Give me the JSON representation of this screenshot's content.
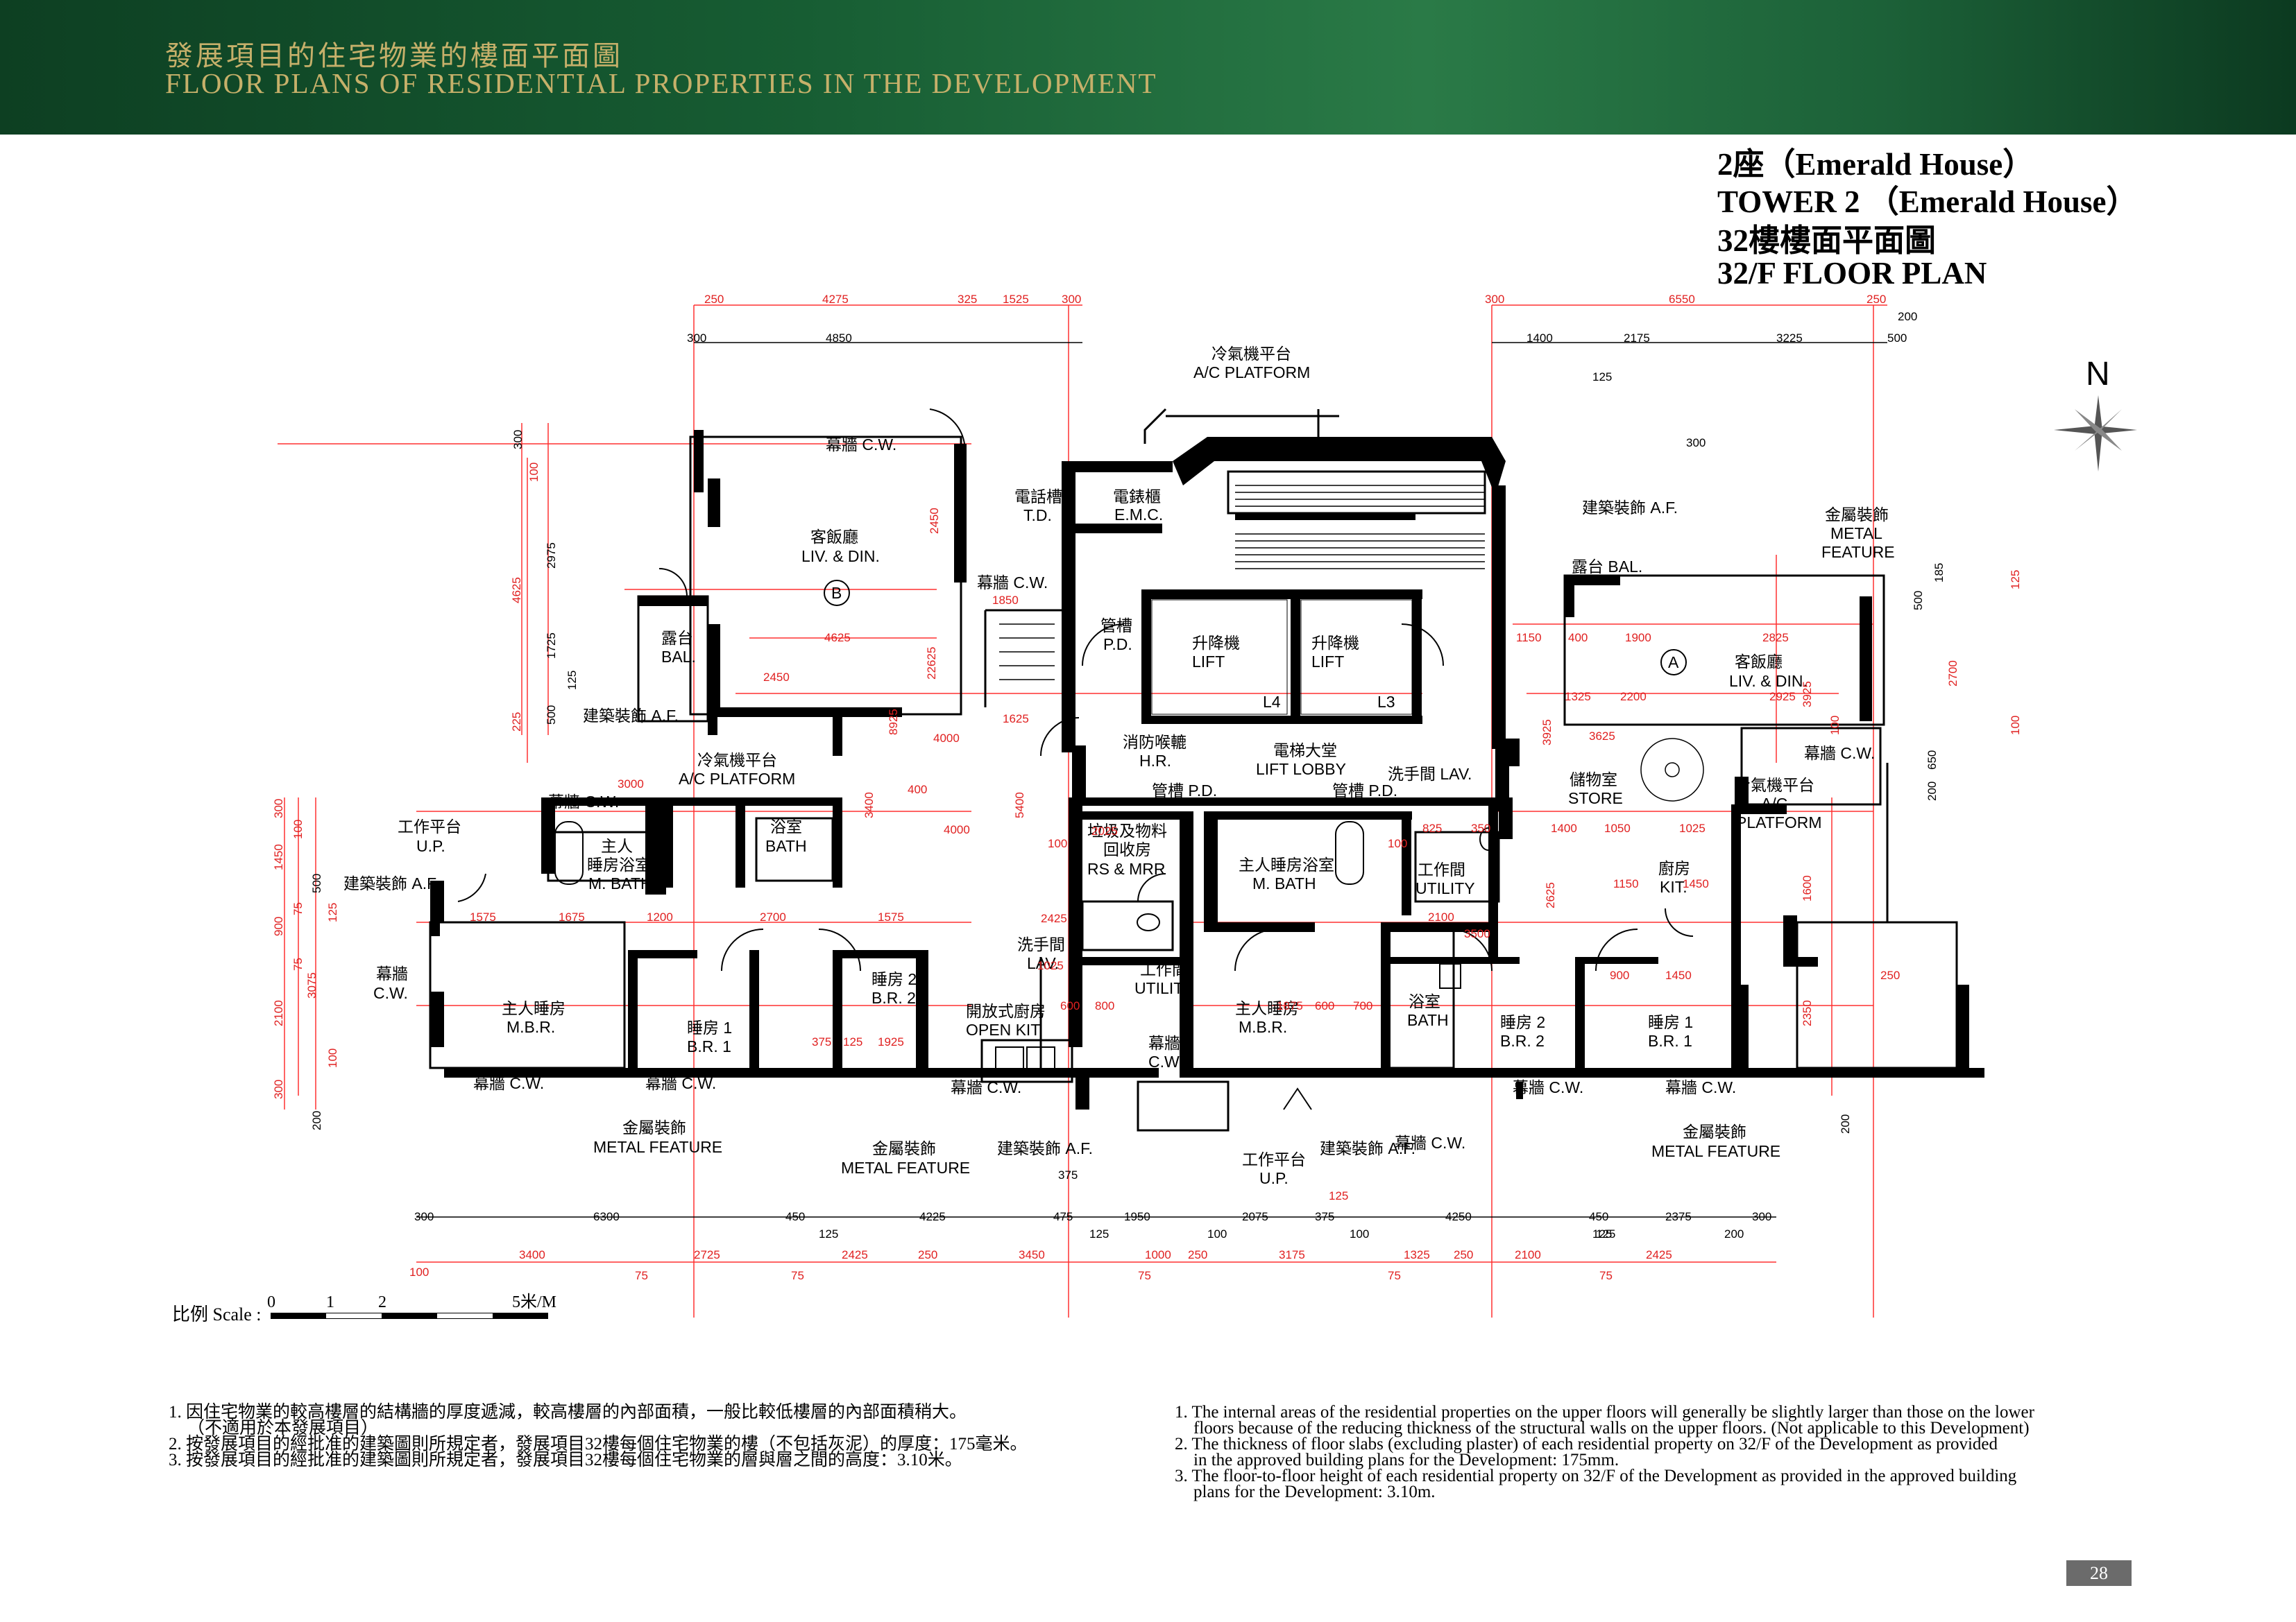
{
  "header": {
    "title_zh": "發展項目的住宅物業的樓面平面圖",
    "title_en": "FLOOR PLANS OF RESIDENTIAL PROPERTIES IN THE DEVELOPMENT"
  },
  "plan_title": {
    "line1": "2座（Emerald House）",
    "line2": "TOWER 2 （Emerald House）",
    "line3": "32樓樓面平面圖",
    "line4": "32/F FLOOR PLAN"
  },
  "north_label": "N",
  "rooms": {
    "liv_b_zh": "客飯廳",
    "liv_b_en": "LIV. & DIN.",
    "unit_b": "B",
    "liv_a_zh": "客飯廳",
    "liv_a_en": "LIV. & DIN.",
    "unit_a": "A",
    "td_zh": "電話槽",
    "td_en": "T.D.",
    "emc_zh": "電錶櫃",
    "emc_en": "E.M.C.",
    "pd_zh": "管槽",
    "pd_en": "P.D.",
    "lift_zh": "升降機",
    "lift_en": "LIFT",
    "l4": "L4",
    "l3": "L3",
    "hr_zh": "消防喉轆",
    "hr_en": "H.R.",
    "lobby_zh": "電梯大堂",
    "lobby_en": "LIFT LOBBY",
    "pd2": "管槽 P.D.",
    "pd3": "管槽 P.D.",
    "lav_top": "洗手間 LAV.",
    "ac_top_zh": "冷氣機平台",
    "ac_top_en": "A/C PLATFORM",
    "ac_left_zh": "冷氣機平台",
    "ac_left_en": "A/C PLATFORM",
    "ac_right_zh": "冷氣機平台",
    "ac_right_en": "A/C",
    "ac_right_en2": "PLATFORM",
    "cw": "幕牆 C.W.",
    "bal_zh": "露台",
    "bal_en": "BAL.",
    "bal_a": "露台 BAL.",
    "af": "建築裝飾 A.F.",
    "up_zh": "工作平台",
    "up_en": "U.P.",
    "mbath_zh": "主人",
    "mbath_zh2": "睡房浴室",
    "mbath_en": "M. BATH",
    "bath_zh": "浴室",
    "bath_en": "BATH",
    "rs_zh": "垃圾及物料",
    "rs_zh2": "回收房",
    "rs_en": "RS & MRR",
    "mbath2": "主人睡房浴室",
    "mbath2_en": "M. BATH",
    "utility_zh": "工作間",
    "utility_en": "UTILITY",
    "store_zh": "儲物室",
    "store_en": "STORE",
    "kit_zh": "廚房",
    "kit_en": "KIT.",
    "mf_zh": "金屬裝飾",
    "mf_en": "METAL",
    "mf_en2": "FEATURE",
    "mf_full": "METAL FEATURE",
    "mbr_zh": "主人睡房",
    "mbr_en": "M.B.R.",
    "br1_zh": "睡房 1",
    "br1_en": "B.R. 1",
    "br2_zh": "睡房 2",
    "br2_en": "B.R. 2",
    "openkit_zh": "開放式廚房",
    "openkit_en": "OPEN KIT.",
    "lav_zh": "洗手間",
    "lav_en": "LAV.",
    "cw_zh": "幕牆",
    "cw_en": "C.W."
  },
  "dims_top_red": [
    "250",
    "4275",
    "325",
    "1525",
    "300",
    "300",
    "6550",
    "250",
    "200"
  ],
  "dims_top_black": [
    "300",
    "4850",
    "1400",
    "2175",
    "3225",
    "500",
    "125"
  ],
  "dims_bottom_black": [
    "300",
    "6300",
    "450",
    "4225",
    "475",
    "1950",
    "2075",
    "375",
    "4250",
    "450",
    "2375",
    "300"
  ],
  "dims_bottom_red": [
    "100",
    "3400",
    "2725",
    "2425",
    "250",
    "3450",
    "1000",
    "250",
    "3175",
    "1325",
    "250",
    "2100",
    "2425"
  ],
  "dims_bottom_small": [
    "125",
    "125",
    "125",
    "100",
    "100",
    "125",
    "200",
    "75",
    "75",
    "75",
    "75",
    "75",
    "75"
  ],
  "scale": {
    "label": "比例 Scale :",
    "ticks": [
      "0",
      "1",
      "2",
      "5米/M"
    ]
  },
  "notes_zh": [
    "1. 因住宅物業的較高樓層的結構牆的厚度遞減，較高樓層的內部面積，一般比較低樓層的內部面積稍大。",
    "（不適用於本發展項目）",
    "2. 按發展項目的經批准的建築圖則所規定者，發展項目32樓每個住宅物業的樓（不包括灰泥）的厚度：175毫米。",
    "3. 按發展項目的經批准的建築圖則所規定者，發展項目32樓每個住宅物業的層與層之間的高度：3.10米。"
  ],
  "notes_en": [
    "1. The internal areas of the residential properties on the upper floors will generally be slightly larger than those on the lower",
    "floors because of the reducing thickness of the structural walls on the upper floors. (Not applicable to this Development)",
    "2. The thickness of floor slabs (excluding plaster) of each residential property on 32/F of the Development as provided",
    "in the approved building plans for the Development: 175mm.",
    "3. The floor-to-floor height of each residential property on 32/F of the Development as provided in the approved building",
    "plans for the Development: 3.10m."
  ],
  "page_number": "28"
}
